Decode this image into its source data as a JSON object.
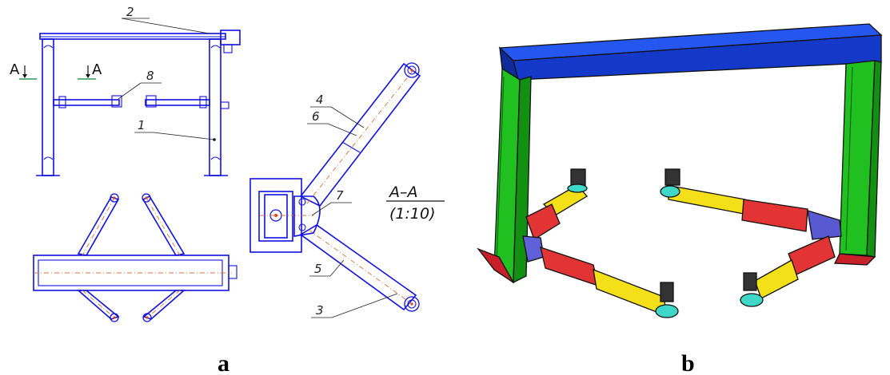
{
  "panels": [
    {
      "label": "a"
    },
    {
      "label": "b"
    }
  ],
  "section_markers": {
    "left": "A",
    "right": "A"
  },
  "section_view": {
    "title": "A–A",
    "scale": "(1:10)"
  },
  "callouts": [
    "1",
    "2",
    "3",
    "4",
    "5",
    "6",
    "7",
    "8"
  ],
  "colors": {
    "drawing_line": "#1010e0",
    "centerline": "#e07030",
    "beam": "#1b4fe0",
    "column": "#20c020",
    "arm_inner": "#e63a3a",
    "arm_outer": "#f2e21a",
    "pivot": "#6a6ae0",
    "pad": "#3fd8c8"
  }
}
